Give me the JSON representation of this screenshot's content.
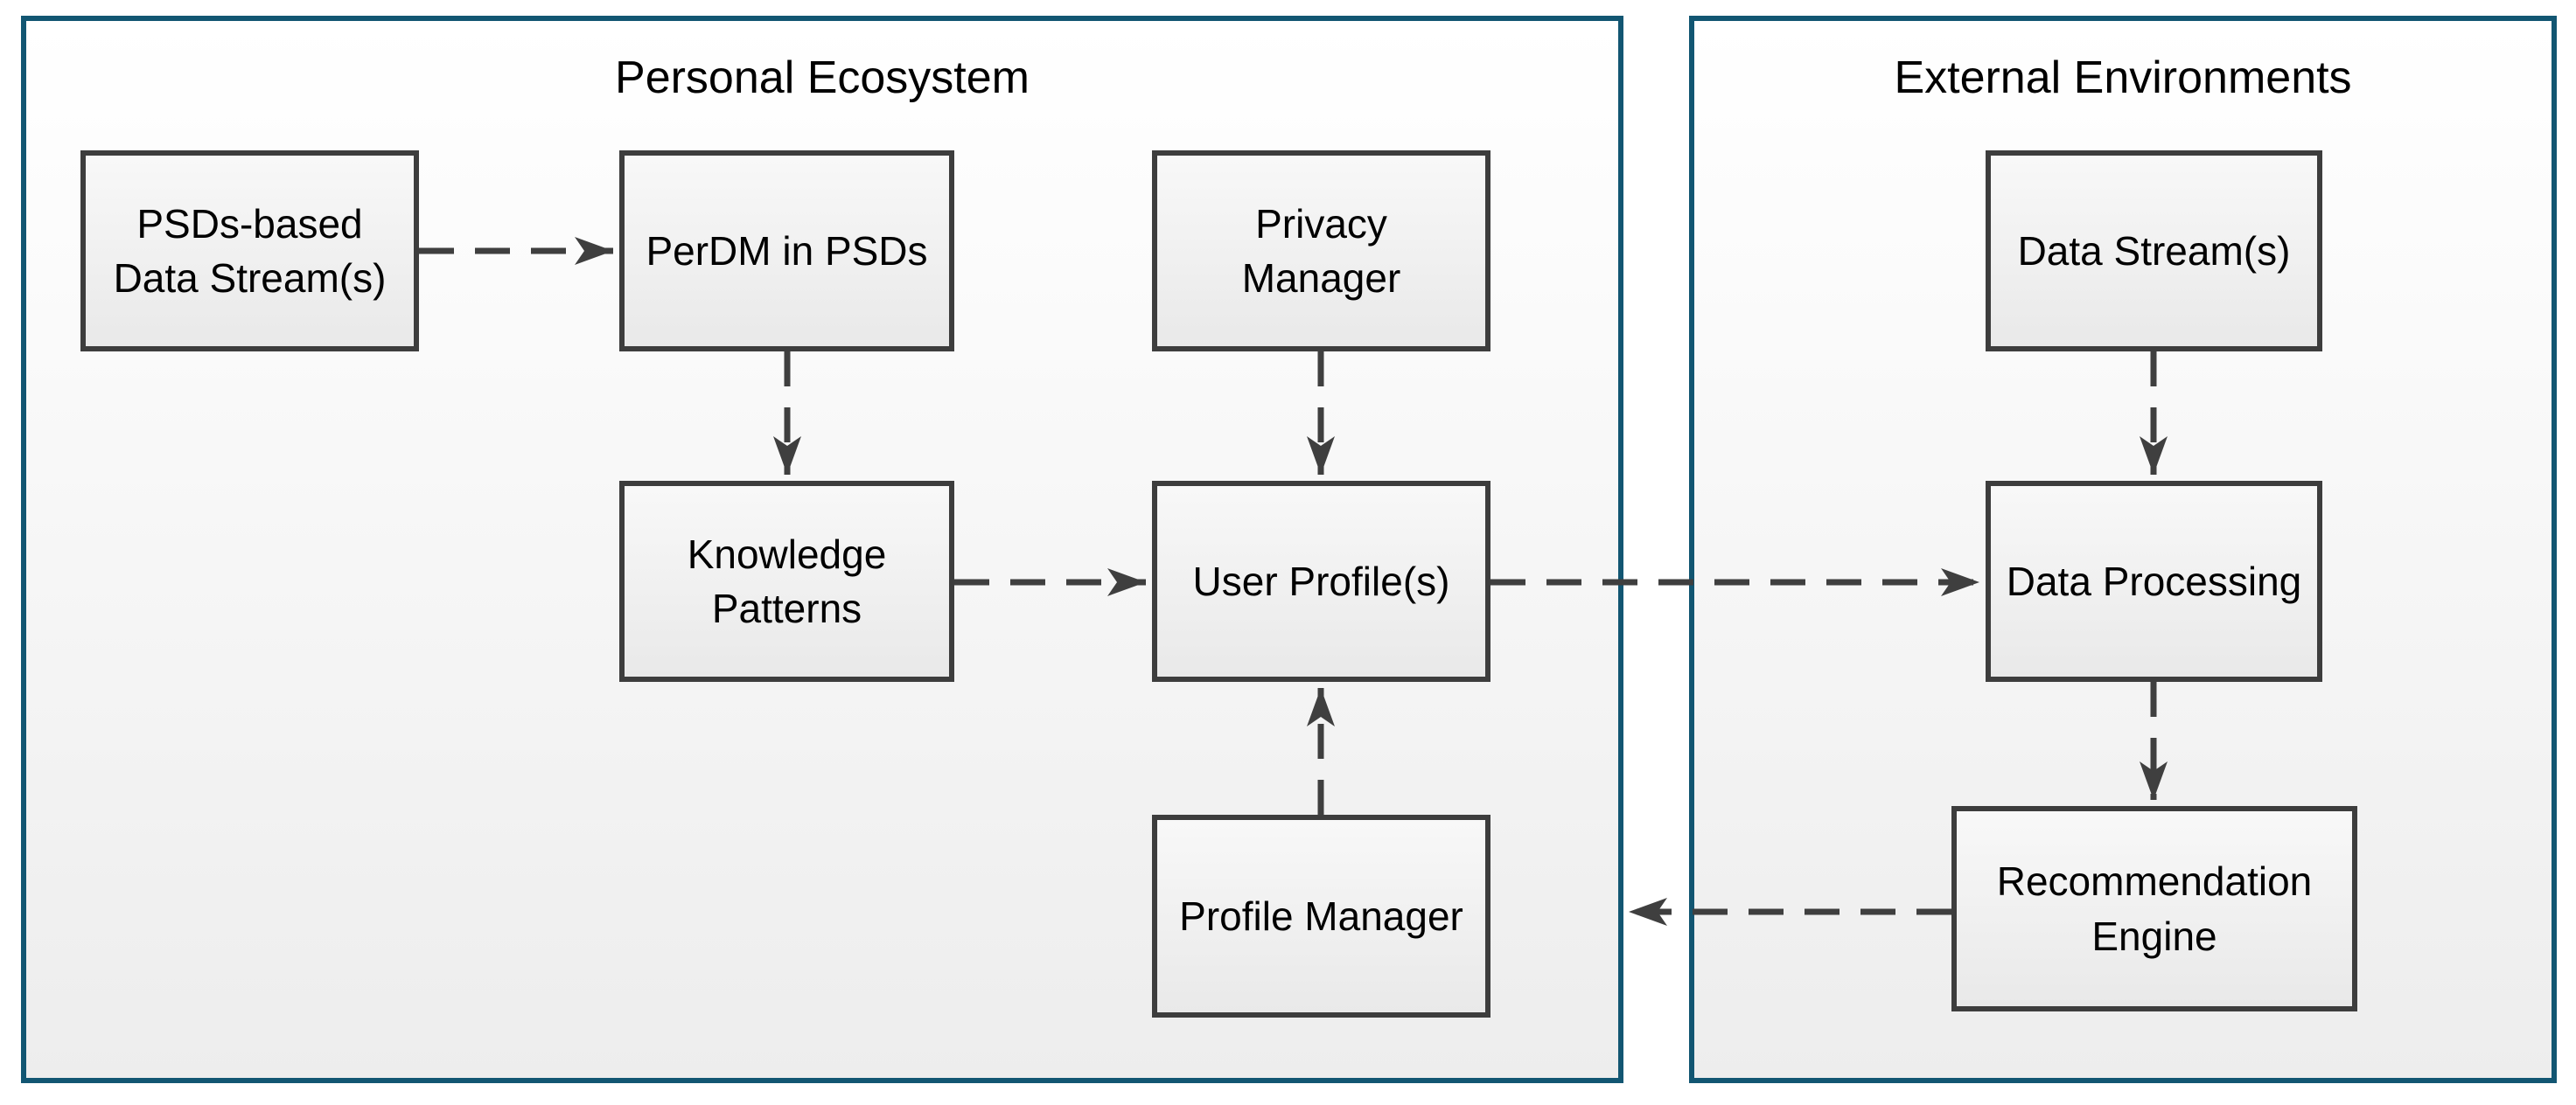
{
  "containers": [
    {
      "id": "personal-ecosystem",
      "title": "Personal Ecosystem"
    },
    {
      "id": "external-environments",
      "title": "External Environments"
    }
  ],
  "nodes": [
    {
      "id": "psds-data-streams",
      "label": "PSDs-based\nData Stream(s)",
      "container": "personal-ecosystem"
    },
    {
      "id": "perdm-in-psds",
      "label": "PerDM in PSDs",
      "container": "personal-ecosystem"
    },
    {
      "id": "privacy-manager",
      "label": "Privacy\nManager",
      "container": "personal-ecosystem"
    },
    {
      "id": "knowledge-patterns",
      "label": "Knowledge\nPatterns",
      "container": "personal-ecosystem"
    },
    {
      "id": "user-profiles",
      "label": "User Profile(s)",
      "container": "personal-ecosystem"
    },
    {
      "id": "profile-manager",
      "label": "Profile Manager",
      "container": "personal-ecosystem"
    },
    {
      "id": "data-streams",
      "label": "Data Stream(s)",
      "container": "external-environments"
    },
    {
      "id": "data-processing",
      "label": "Data Processing",
      "container": "external-environments"
    },
    {
      "id": "recommendation-engine",
      "label": "Recommendation\nEngine",
      "container": "external-environments"
    }
  ],
  "edges": [
    {
      "from": "psds-data-streams",
      "to": "perdm-in-psds",
      "style": "dashed-arrow",
      "direction": "right"
    },
    {
      "from": "perdm-in-psds",
      "to": "knowledge-patterns",
      "style": "dashed-arrow",
      "direction": "down"
    },
    {
      "from": "privacy-manager",
      "to": "user-profiles",
      "style": "dashed-arrow",
      "direction": "down"
    },
    {
      "from": "knowledge-patterns",
      "to": "user-profiles",
      "style": "dashed-arrow",
      "direction": "right"
    },
    {
      "from": "user-profiles",
      "to": "data-processing",
      "style": "dashed-arrow",
      "direction": "right"
    },
    {
      "from": "data-streams",
      "to": "data-processing",
      "style": "dashed-arrow",
      "direction": "down"
    },
    {
      "from": "data-processing",
      "to": "recommendation-engine",
      "style": "dashed-arrow",
      "direction": "down"
    },
    {
      "from": "recommendation-engine",
      "to": "personal-ecosystem",
      "style": "dashed-arrow",
      "direction": "left"
    },
    {
      "from": "profile-manager",
      "to": "user-profiles",
      "style": "dashed-arrow",
      "direction": "up"
    }
  ],
  "colors": {
    "container_border": "#125672",
    "node_border": "#3d3d3d",
    "arrow": "#3f3f3f",
    "node_fill_top": "#f8f8f8",
    "node_fill_bottom": "#e9e9e9",
    "text": "#000000"
  }
}
